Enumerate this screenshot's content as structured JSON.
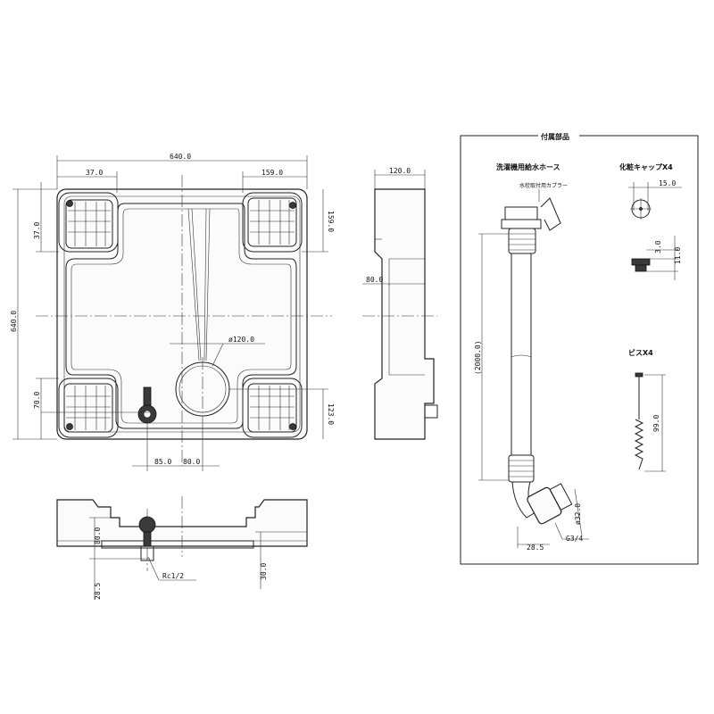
{
  "top_view": {
    "width": "640.0",
    "corner_left": "37.0",
    "corner_right": "159.0",
    "depth": "640.0",
    "left_top": "37.0",
    "right_top": "159.0",
    "drain_dia": "ø120.0",
    "left_bottom": "70.0",
    "right_bottom": "123.0",
    "drain_x1": "85.0",
    "drain_x2": "80.0"
  },
  "side_view": {
    "depth": "120.0",
    "height": "80.0"
  },
  "front_view": {
    "height": "80.0",
    "drain_height": "28.5",
    "foot_height": "30.0",
    "thread": "Rc1/2"
  },
  "accessories": {
    "title": "付属部品",
    "hose_title": "洗濯機用給水ホース",
    "coupler_note": "水栓取付用カプラー",
    "hose_length": "(2000.0)",
    "hose_dia": "ø32.0",
    "hose_offset": "28.5",
    "hose_thread": "G3/4",
    "cap_title": "化粧キャップX4",
    "cap_width": "15.0",
    "cap_h1": "11.0",
    "cap_h2": "3.0",
    "screw_title": "ビスX4",
    "screw_length": "99.0"
  }
}
